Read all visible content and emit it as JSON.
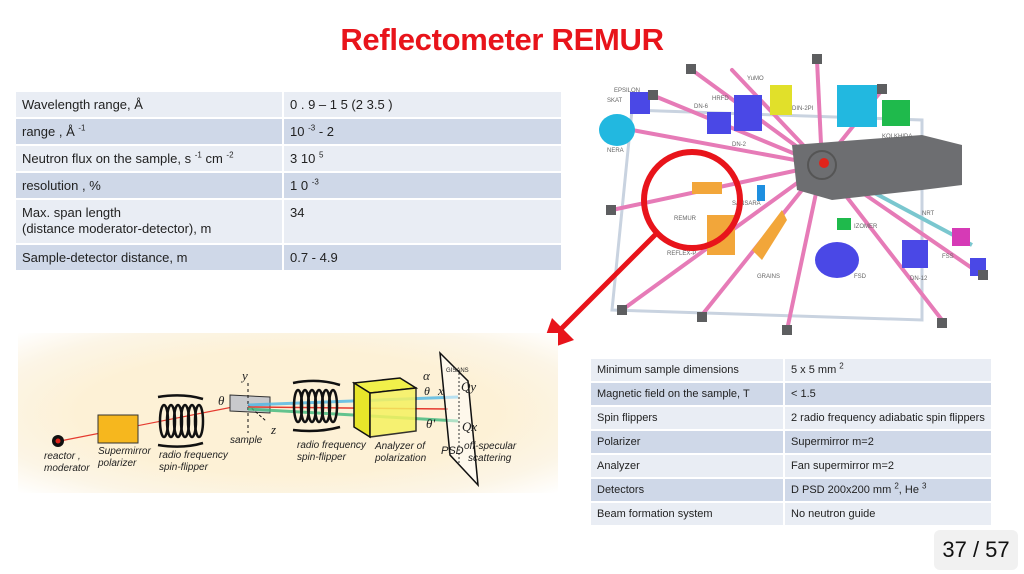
{
  "slide": {
    "title": "Reflectometer REMUR",
    "page_indicator": "37 / 57"
  },
  "main_table": {
    "rows": [
      {
        "label": "Wavelength range, Å",
        "value": "0 . 9 – 1 5 (2 3.5 )"
      },
      {
        "label": "range , Å",
        "label_sup": "-1",
        "value": "10",
        "value_sup": "-3",
        "value_tail": " - 2"
      },
      {
        "label": "Neutron flux on the sample, s",
        "label_sup": "-1",
        "label_mid": " cm ",
        "label_sup2": "-2",
        "value": "3 10",
        "value_sup": "5"
      },
      {
        "label": "resolution , %",
        "value": "1 0",
        "value_sup": "-3"
      },
      {
        "label": "Max. span length",
        "label_line2": "(distance moderator-detector), m",
        "value": "34"
      },
      {
        "label": "Sample-detector distance, m",
        "value": "0.7 - 4.9"
      }
    ]
  },
  "spec_table": {
    "rows": [
      {
        "label": "Minimum sample dimensions",
        "value": "5 x 5 mm",
        "value_sup": "2"
      },
      {
        "label": "Magnetic field on the sample, T",
        "value": "< 1.5"
      },
      {
        "label": "Spin flippers",
        "value": "2 radio frequency adiabatic spin flippers"
      },
      {
        "label": "Polarizer",
        "value": "Supermirror m=2"
      },
      {
        "label": "Analyzer",
        "value": "Fan supermirror m=2"
      },
      {
        "label": "Detectors",
        "value": "D PSD 200x200 mm",
        "value_sup": "2",
        "value_tail": ", He",
        "value_sup2": "3"
      },
      {
        "label": "Beam formation system",
        "value": "No neutron guide"
      }
    ]
  },
  "schematic": {
    "labels": {
      "reactor": "reactor ,",
      "reactor2": "moderator",
      "polarizer": "Supermirror",
      "polarizer2": "polarizer",
      "flipper1": "radio frequency",
      "flipper1b": "spin-flipper",
      "sample": "sample",
      "flipper2": "radio frequency",
      "flipper2b": "spin-flipper",
      "analyzer": "Analyzer of",
      "analyzer2": "polarization",
      "psd": "PSD",
      "offspec": "off-specular",
      "offspec2": "scattering",
      "gisans": "GISANS",
      "axis_y": "y",
      "axis_z": "z",
      "axis_x": "x",
      "theta": "θ",
      "theta_prime": "θ'",
      "alpha": "α",
      "qy": "Qy",
      "qx": "Qx"
    }
  },
  "facility_map": {
    "highlight": "REMUR",
    "instruments": [
      "EPSILON",
      "SKAT",
      "NERA",
      "DN-6",
      "HRFD",
      "YuMO",
      "DIN-2PI",
      "KOLKHIDA",
      "DN-2",
      "REMUR",
      "SANSARA",
      "REFLEX-P",
      "GRAINS",
      "IZOMER",
      "FSD",
      "DN-12",
      "NRT",
      "FSS"
    ]
  },
  "colors": {
    "title": "#e8141b",
    "row_light": "#e9edf4",
    "row_dark": "#cfd8e8",
    "highlight_ring": "#e8141b"
  }
}
